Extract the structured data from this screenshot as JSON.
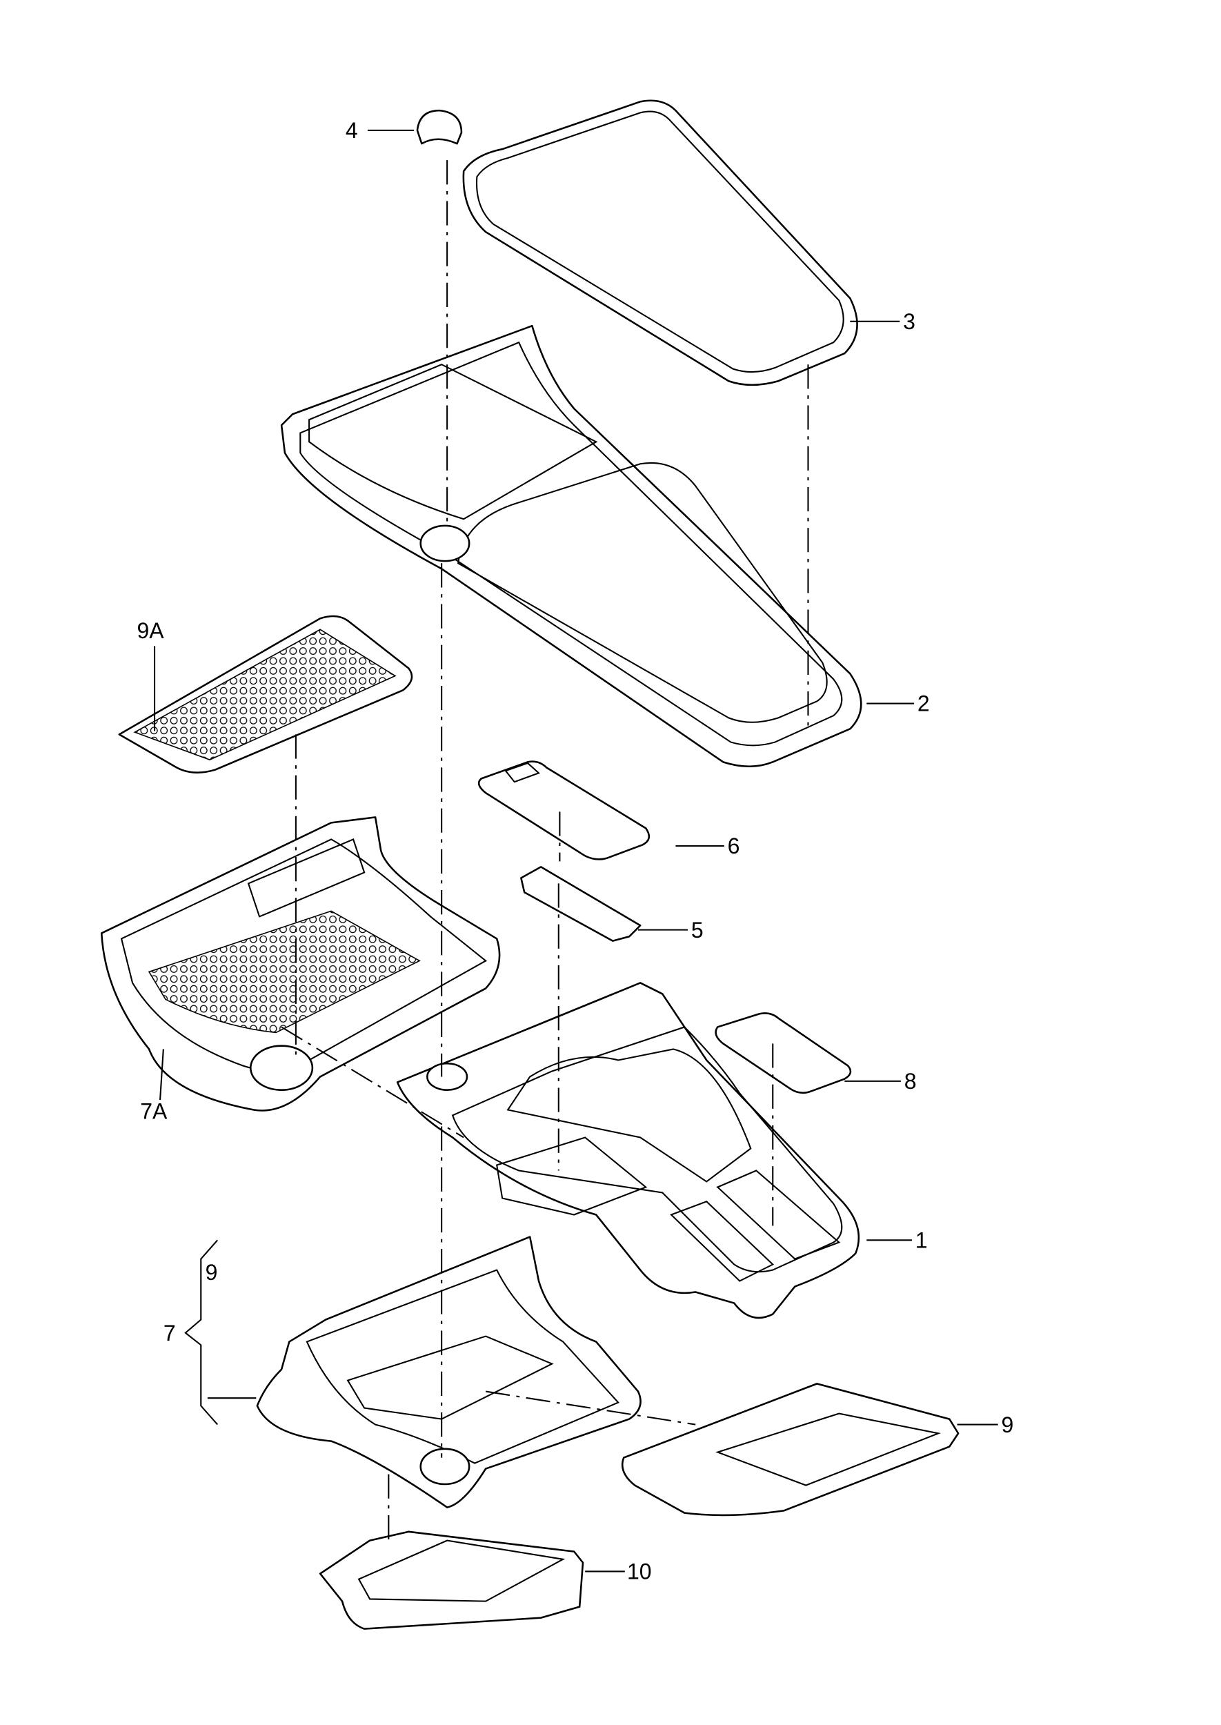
{
  "diagram": {
    "type": "exploded parts diagram",
    "callouts": [
      {
        "id": "1",
        "label": "1"
      },
      {
        "id": "2",
        "label": "2"
      },
      {
        "id": "3",
        "label": "3"
      },
      {
        "id": "4",
        "label": "4"
      },
      {
        "id": "5",
        "label": "5"
      },
      {
        "id": "6",
        "label": "6"
      },
      {
        "id": "7",
        "label": "7"
      },
      {
        "id": "7A",
        "label": "7A"
      },
      {
        "id": "8",
        "label": "8"
      },
      {
        "id": "9",
        "label": "9"
      },
      {
        "id": "9-bracket",
        "label": "9"
      },
      {
        "id": "9A",
        "label": "9A"
      },
      {
        "id": "10",
        "label": "10"
      }
    ]
  }
}
